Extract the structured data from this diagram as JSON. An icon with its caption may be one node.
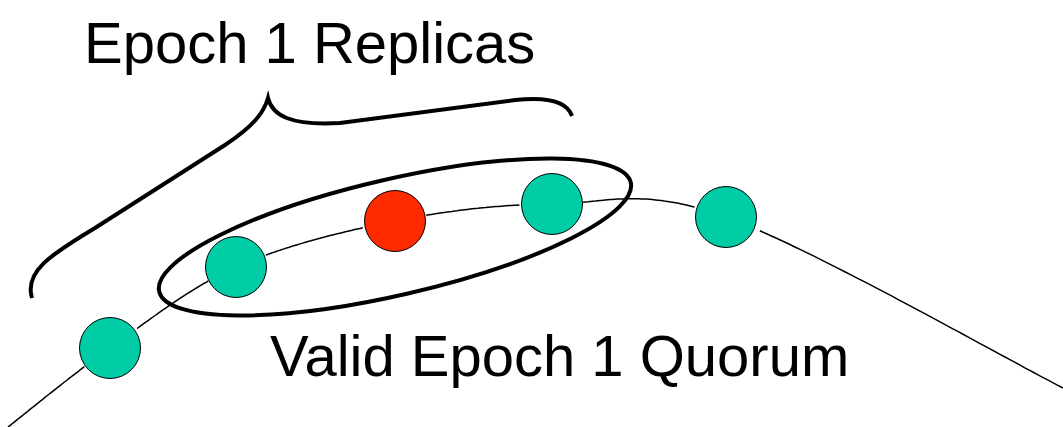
{
  "diagram": {
    "nodes": [
      {
        "text": [],
        "shape": "circle"
      },
      {
        "text": [
          "Valid Epoch 1 Quorum"
        ]
      },
      {
        "text": [],
        "shape": "circle",
        "in": 1
      },
      {
        "text": [],
        "shape": "circle",
        "in": 1
      },
      {
        "text": [],
        "shape": "circle",
        "in": 1
      },
      {
        "text": [],
        "shape": "circle"
      }
    ],
    "edges": [
      {
        "from": null,
        "to": 0,
        "arrow": "none"
      },
      {
        "from": 0,
        "to": 2,
        "arrow": "none"
      },
      {
        "from": 2,
        "to": 3,
        "arrow": "none"
      },
      {
        "from": 3,
        "to": 4,
        "arrow": "none"
      },
      {
        "from": 4,
        "to": 5,
        "arrow": "none"
      },
      {
        "from": 5,
        "to": null,
        "arrow": "none"
      }
    ],
    "labels": [
      "Epoch 1 Replicas"
    ]
  }
}
